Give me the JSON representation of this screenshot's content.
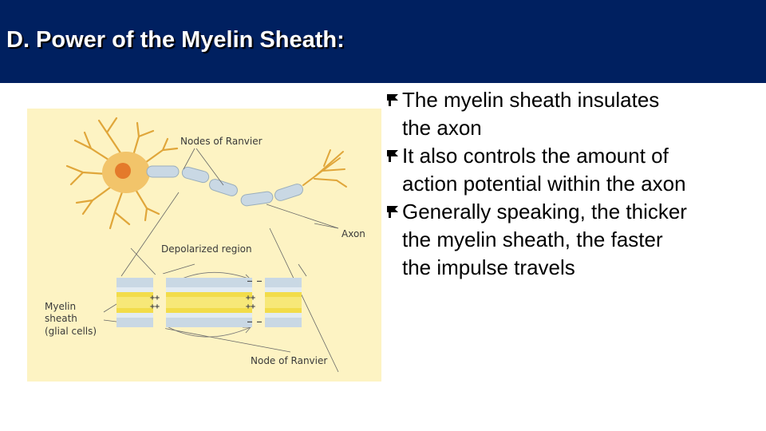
{
  "slide": {
    "title": "D. Power of the Myelin Sheath:"
  },
  "figure": {
    "labels": {
      "nodes_of_ranvier": "Nodes of Ranvier",
      "axon": "Axon",
      "depolarized_region": "Depolarized region",
      "myelin_sheath_1": "Myelin",
      "myelin_sheath_2": "sheath",
      "myelin_sheath_3": "(glial cells)",
      "node_of_ranvier": "Node of Ranvier",
      "charge_top": "– –",
      "charge_plus": "++"
    }
  },
  "bullets": [
    {
      "line1": "The myelin sheath insulates",
      "line2": "the axon"
    },
    {
      "line1": "It also controls the amount of",
      "line2": "action potential within the axon"
    },
    {
      "line1": "Generally speaking, the thicker",
      "line2": "the myelin sheath, the faster",
      "line3": "the impulse travels"
    }
  ],
  "colors": {
    "title_bar": "#002060",
    "figure_bg": "#fdf3c3",
    "myelin": "#c9d8e4",
    "axon_core": "#f2dc4a",
    "dendrite": "#e0a63a",
    "nucleus": "#e47a2b"
  },
  "icons": {
    "bullet": "flag-arrow-icon"
  }
}
